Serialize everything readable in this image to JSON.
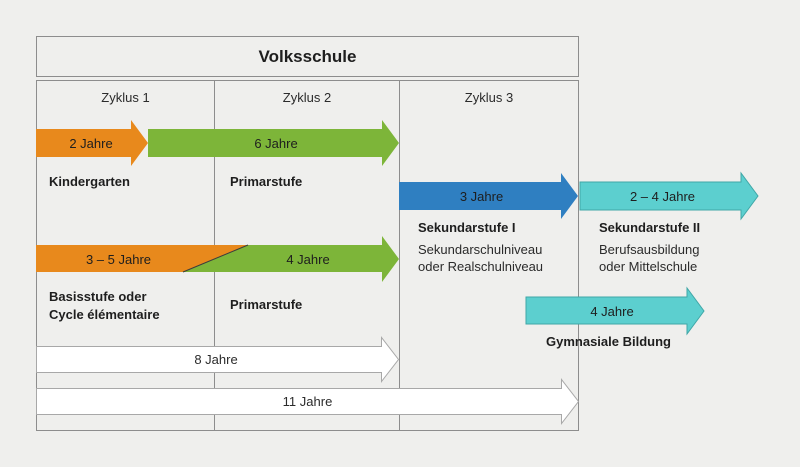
{
  "title": "Volksschule",
  "cycles": [
    "Zyklus 1",
    "Zyklus 2",
    "Zyklus 3"
  ],
  "arrows": {
    "kindergarten_years": "2 Jahre",
    "primar_years": "6 Jahre",
    "sek1_years": "3 Jahre",
    "sek2_years": "2 – 4 Jahre",
    "basis_years": "3 – 5 Jahre",
    "primar_alt_years": "4 Jahre",
    "gym_years": "4 Jahre",
    "total_8": "8 Jahre",
    "total_11": "11 Jahre"
  },
  "labels": {
    "kindergarten": "Kindergarten",
    "primarstufe": "Primarstufe",
    "primarstufe_alt": "Primarstufe",
    "sek1": "Sekundarstufe I",
    "sek1_sub1": "Sekundarschulniveau",
    "sek1_sub2": "oder Realschulniveau",
    "sek2": "Sekundarstufe II",
    "sek2_sub1": "Berufsausbildung",
    "sek2_sub2": "oder Mittelschule",
    "basis1": "Basisstufe oder",
    "basis2": "Cycle élémentaire",
    "gym": "Gymnasiale Bildung"
  },
  "colors": {
    "orange": "#e8891c",
    "green": "#7db539",
    "blue": "#2f7fc1",
    "teal": "#5ccfcf"
  }
}
